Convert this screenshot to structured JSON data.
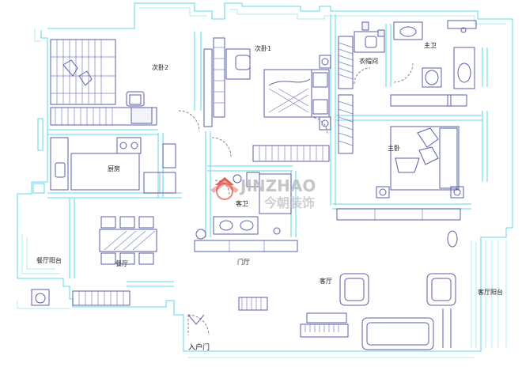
{
  "rooms": {
    "second_bedroom_2": "次卧2",
    "second_bedroom_1": "次卧1",
    "walk_in_closet": "衣帽间",
    "master_bath": "主卫",
    "master_bedroom": "主卧",
    "kitchen": "厨房",
    "guest_bath": "客卫",
    "dining_balcony": "餐厅阳台",
    "dining_room": "餐厅",
    "foyer": "门厅",
    "living_room": "客厅",
    "living_balcony": "客厅阳台",
    "entrance": "入户门"
  },
  "watermark": {
    "brand_latin": "JINZHAO",
    "brand_cn": "今朝装饰"
  },
  "colors": {
    "wall": "#7fe0ee",
    "furniture": "#5a5fa8",
    "watermark": "#b7b7b7",
    "logo_red": "#d9342b"
  }
}
